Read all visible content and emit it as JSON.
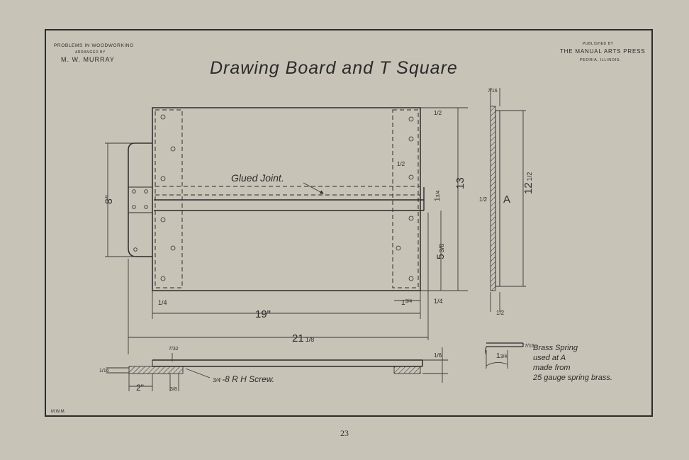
{
  "header": {
    "left_line1": "PROBLEMS IN WOODWORKING",
    "left_line2": "ARRANGED BY",
    "left_line3": "M. W. MURRAY",
    "right_line1": "PUBLISHED BY",
    "right_line2": "THE MANUAL ARTS PRESS",
    "right_line3": "PEORIA, ILLINOIS.",
    "title": "Drawing Board and T Square"
  },
  "labels": {
    "glued_joint": "Glued Joint.",
    "point_a": "A",
    "screw": "-8 R H Screw.",
    "spring_1": "Brass Spring",
    "spring_2": "used at A",
    "spring_3": "made from",
    "spring_4": "25 gauge spring brass.",
    "initials": "M.W.M."
  },
  "dimensions": {
    "board_length": "19\"",
    "overall_length": "21",
    "overall_frac": "1/8",
    "board_height": "13",
    "cleat_height": "12",
    "cleat_frac": "1/2",
    "head_height": "8\"",
    "half_split": "5",
    "half_frac": "3/8",
    "quarter": "1/4",
    "three_quarter": "3/4",
    "one_half": "1/2",
    "seven_32": "7/32",
    "seven_16": "7/16",
    "two_in": "2\"",
    "three_8": "3/8",
    "one_6": "1/6",
    "one_16": "1/16",
    "screw_frac": "3/4"
  },
  "footer": {
    "page_number": "23"
  }
}
